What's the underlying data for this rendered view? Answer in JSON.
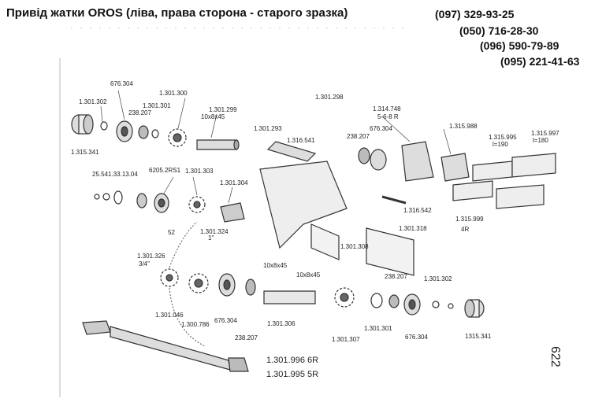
{
  "header": {
    "title": "Привід жатки OROS (ліва, права сторона - старого зразка)",
    "phones": [
      "(097) 329-93-25",
      "(050) 716-28-30",
      "(096) 590-79-89",
      "(095) 221-41-63"
    ]
  },
  "drawing": {
    "page_number": "622",
    "labels": [
      "676.304",
      "1.301.302",
      "1.301.300",
      "1.301.301",
      "238.207",
      "1.301.299",
      "10x8x45",
      "1.315.341",
      "1.301.298",
      "1.314.748",
      "5-6-8 R",
      "1.301.293",
      "1.316.541",
      "238.207",
      "676.304",
      "1.315.988",
      "1.315.995",
      "l=190",
      "1.315.997",
      "l=180",
      "25.541.33.13.04",
      "6205.2RS1",
      "1.301.303",
      "1.301.304",
      "52",
      "1.301.324",
      "1\"",
      "1.316.542",
      "1.315.999",
      "4R",
      "1.301.318",
      "1.301.308",
      "1.301.326",
      "3/4\"",
      "10x8x45",
      "10x8x45",
      "238.207",
      "1.301.302",
      "1.301.046",
      "1.300.786",
      "676.304",
      "1.301.306",
      "1.301.301",
      "676.304",
      "1315.341",
      "238.207",
      "1.301.307",
      "1.301.996 6R",
      "1.301.995 5R"
    ]
  }
}
